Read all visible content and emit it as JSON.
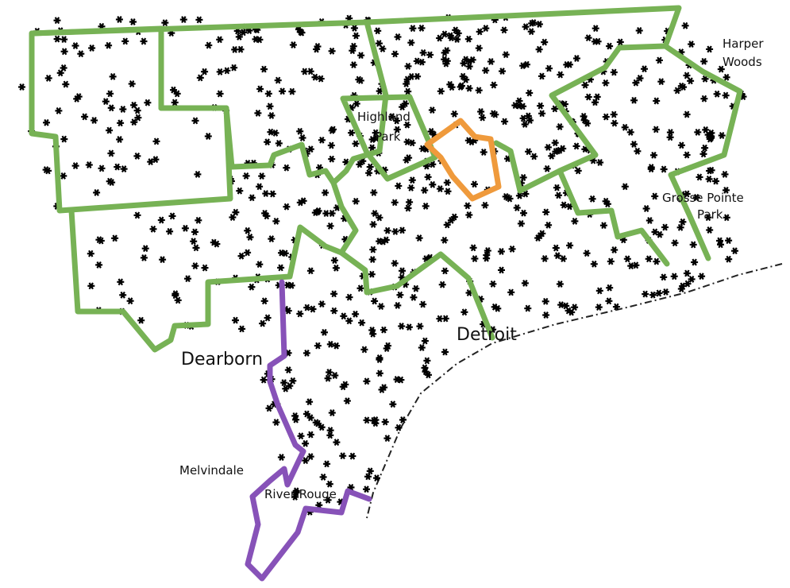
{
  "labels": {
    "harper_woods_line1": "Harper",
    "harper_woods_line2": "Woods",
    "highland_park_line1": "Highland",
    "highland_park_line2": "Park",
    "grosse_pointe_line1": "Grosse Pointe",
    "grosse_pointe_line2": "Park",
    "dearborn": "Dearborn",
    "detroit": "Detroit",
    "melvindale": "Melvindale",
    "river_rouge": "River Rouge"
  },
  "colors": {
    "green_boundary": "#77b255",
    "orange_boundary": "#ef9a3c",
    "purple_boundary": "#8752b8",
    "points": "#000000",
    "shoreline": "#222222",
    "text": "#111111"
  },
  "point_marker": "asterisk"
}
